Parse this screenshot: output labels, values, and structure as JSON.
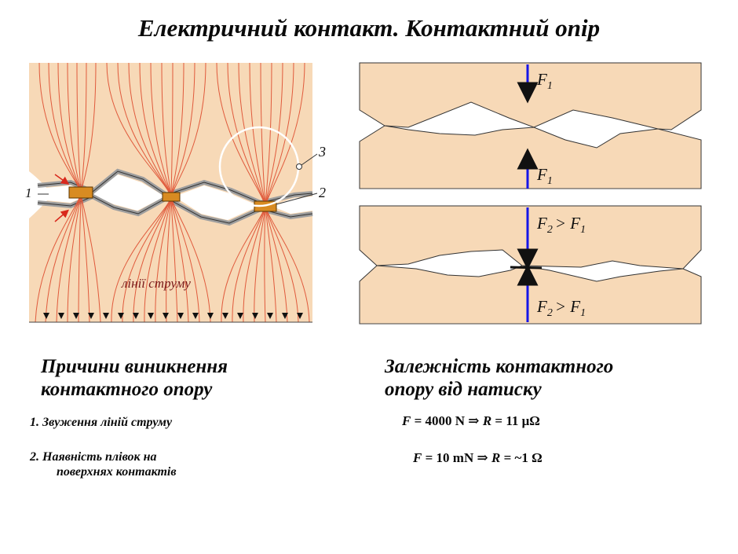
{
  "title": "Електричний контакт. Контактний опір",
  "left_diagram": {
    "label_current_lines": "лінії струму",
    "callout_1": "1",
    "callout_2": "2",
    "callout_3": "3",
    "colors": {
      "body": "#f7d9b7",
      "lines": "#e05a3c",
      "film": "#9e9e9e",
      "spot": "#d88b22",
      "arrow": "#111111"
    }
  },
  "right_diagram": {
    "top_force_upper": "F",
    "top_force_upper_sub": "1",
    "top_force_lower": "F",
    "top_force_lower_sub": "1",
    "bottom_force_upper": "F",
    "bottom_force_upper_sub": "2",
    "bottom_force_upper_rel": "> F",
    "bottom_force_upper_rel_sub": "1",
    "bottom_force_lower": "F",
    "bottom_force_lower_sub": "2",
    "bottom_force_lower_rel": "> F",
    "bottom_force_lower_rel_sub": "1",
    "colors": {
      "body": "#f7d9b7",
      "arrow": "#1515e8"
    }
  },
  "left_section": {
    "heading_line1": "Причини  виникнення",
    "heading_line2": "контактного опору",
    "item1": "1. Звуження ліній струму",
    "item2_line1": "2. Наявність плівок на",
    "item2_line2": "поверхнях контактів"
  },
  "right_section": {
    "heading_line1": "Залежність контактного",
    "heading_line2": "опору від натиску",
    "formula1": {
      "f_sym": "F",
      "f_val": " = 4000 N  ⇒  ",
      "r_sym": "R",
      "r_val": " = 11 μΩ"
    },
    "formula2": {
      "f_sym": "F",
      "f_val": " = 10 mN  ⇒  ",
      "r_sym": "R",
      "r_val": " = ~1 Ω"
    }
  }
}
